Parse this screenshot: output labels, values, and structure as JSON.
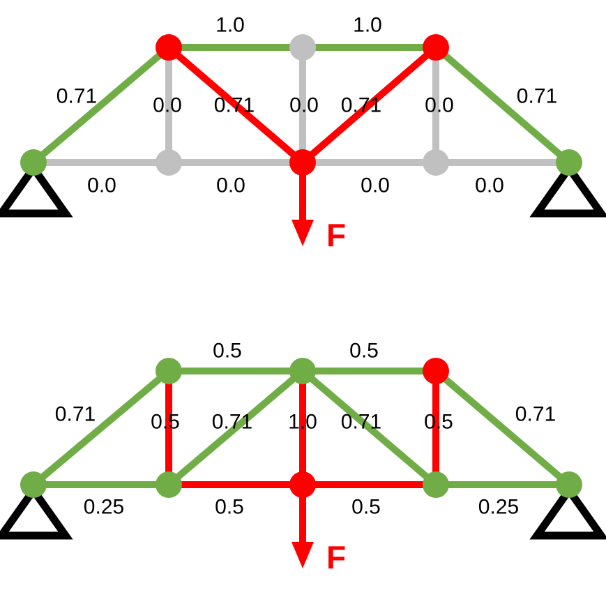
{
  "colors": {
    "tension": "#70AD47",
    "compression": "#FF0000",
    "zero": "#C0C0C0",
    "support": "#000000",
    "load": "#FF0000",
    "label": "#000000"
  },
  "force_label": "F",
  "trusses": [
    {
      "nodes": [
        {
          "state": "tension"
        },
        {
          "state": "zero"
        },
        {
          "state": "compression"
        },
        {
          "state": "zero"
        },
        {
          "state": "tension"
        },
        {
          "state": "compression"
        },
        {
          "state": "zero"
        },
        {
          "state": "compression"
        }
      ],
      "members": [
        {
          "from": 0,
          "to": 1,
          "state": "zero",
          "label": "0.0"
        },
        {
          "from": 1,
          "to": 2,
          "state": "zero",
          "label": "0.0"
        },
        {
          "from": 2,
          "to": 3,
          "state": "zero",
          "label": "0.0"
        },
        {
          "from": 3,
          "to": 4,
          "state": "zero",
          "label": "0.0"
        },
        {
          "from": 5,
          "to": 6,
          "state": "tension",
          "label": "1.0"
        },
        {
          "from": 6,
          "to": 7,
          "state": "tension",
          "label": "1.0"
        },
        {
          "from": 0,
          "to": 5,
          "state": "tension",
          "label": "0.71"
        },
        {
          "from": 7,
          "to": 4,
          "state": "tension",
          "label": "0.71"
        },
        {
          "from": 1,
          "to": 5,
          "state": "zero",
          "label": "0.0"
        },
        {
          "from": 2,
          "to": 6,
          "state": "zero",
          "label": "0.0"
        },
        {
          "from": 3,
          "to": 7,
          "state": "zero",
          "label": "0.0"
        },
        {
          "from": 5,
          "to": 2,
          "state": "compression",
          "label": "0.71"
        },
        {
          "from": 7,
          "to": 2,
          "state": "compression",
          "label": "0.71"
        }
      ]
    },
    {
      "nodes": [
        {
          "state": "tension"
        },
        {
          "state": "tension"
        },
        {
          "state": "compression"
        },
        {
          "state": "tension"
        },
        {
          "state": "tension"
        },
        {
          "state": "tension"
        },
        {
          "state": "tension"
        },
        {
          "state": "compression"
        }
      ],
      "members": [
        {
          "from": 0,
          "to": 1,
          "state": "tension",
          "label": "0.25"
        },
        {
          "from": 1,
          "to": 2,
          "state": "compression",
          "label": "0.5"
        },
        {
          "from": 2,
          "to": 3,
          "state": "compression",
          "label": "0.5"
        },
        {
          "from": 3,
          "to": 4,
          "state": "tension",
          "label": "0.25"
        },
        {
          "from": 5,
          "to": 6,
          "state": "tension",
          "label": "0.5"
        },
        {
          "from": 6,
          "to": 7,
          "state": "tension",
          "label": "0.5"
        },
        {
          "from": 0,
          "to": 5,
          "state": "tension",
          "label": "0.71"
        },
        {
          "from": 7,
          "to": 4,
          "state": "tension",
          "label": "0.71"
        },
        {
          "from": 1,
          "to": 5,
          "state": "compression",
          "label": "0.5"
        },
        {
          "from": 2,
          "to": 6,
          "state": "compression",
          "label": "1.0"
        },
        {
          "from": 3,
          "to": 7,
          "state": "compression",
          "label": "0.5"
        },
        {
          "from": 1,
          "to": 6,
          "state": "tension",
          "label": "0.71"
        },
        {
          "from": 6,
          "to": 3,
          "state": "tension",
          "label": "0.71"
        }
      ]
    }
  ]
}
